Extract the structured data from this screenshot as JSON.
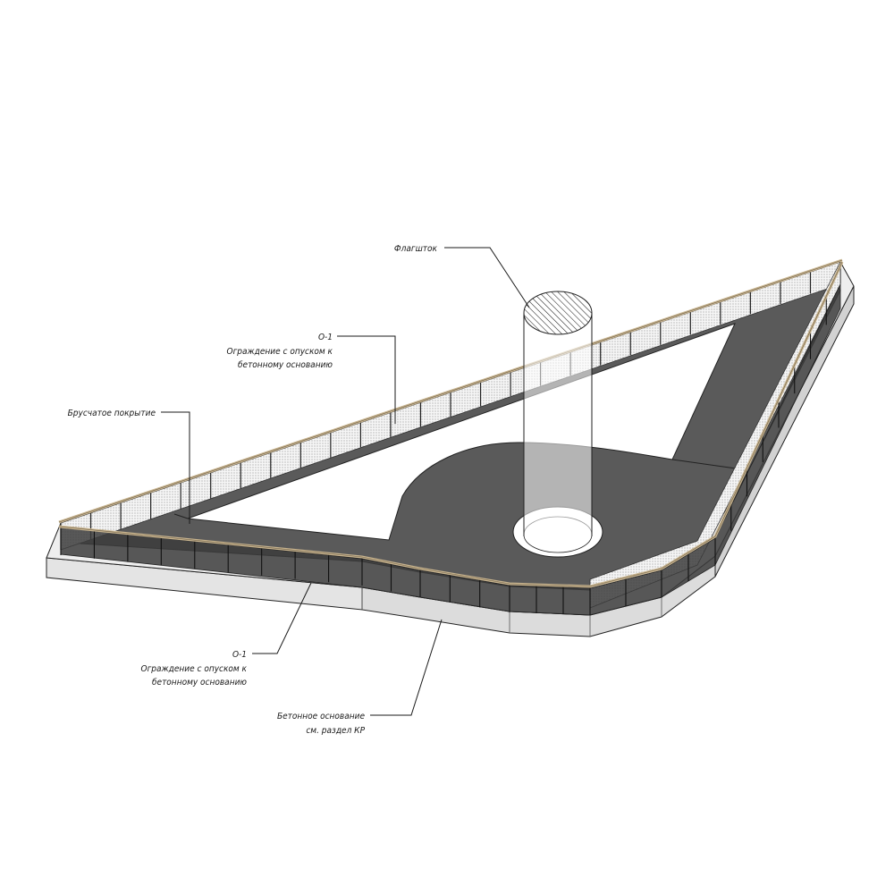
{
  "labels": {
    "flagpole": "Флагшток",
    "fence_top_code": "О-1",
    "fence_top_line1": "Ограждение с опуском к",
    "fence_top_line2": "бетонному основанию",
    "paving": "Брусчатое покрытие",
    "fence_bottom_code": "О-1",
    "fence_bottom_line1": "Ограждение с опуском к",
    "fence_bottom_line2": "бетонному основанию",
    "concrete_line1": "Бетонное основание",
    "concrete_line2": "см. раздел  КР"
  },
  "colors": {
    "paving": "#5b5b5b",
    "concrete": "#e2e2e2",
    "handrail": "#c9b99a",
    "mesh": "#f4f4f4",
    "line": "#1a1a1a"
  }
}
